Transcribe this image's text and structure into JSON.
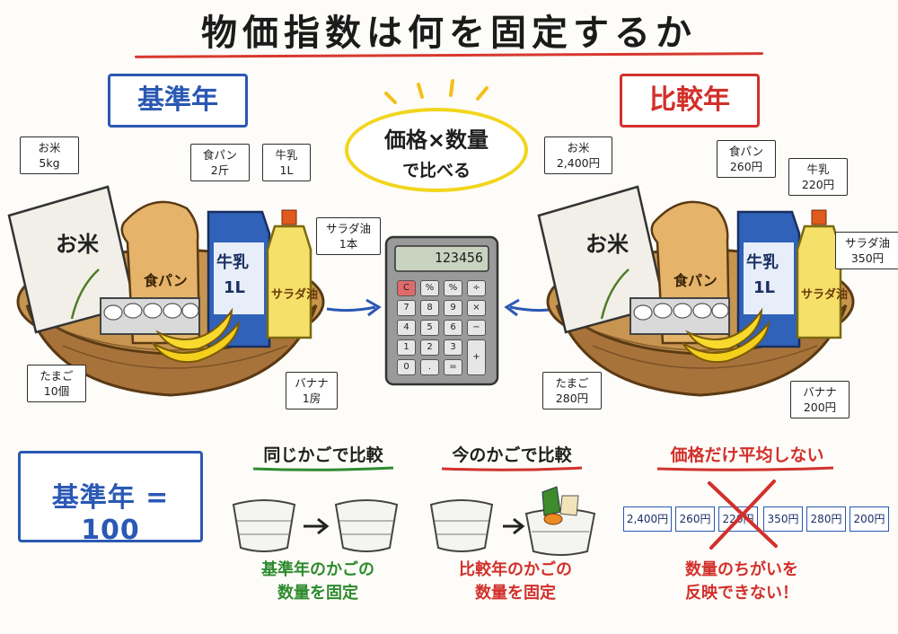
{
  "title": "物価指数は何を固定するか",
  "base_year": {
    "label": "基準年",
    "tags": {
      "rice": "お米\n5kg",
      "bread": "食パン\n2斤",
      "milk": "牛乳\n1L",
      "oil": "サラダ油\n1本",
      "eggs": "たまご\n10個",
      "banana": "バナナ\n1房"
    }
  },
  "comparison_year": {
    "label": "比較年",
    "tags": {
      "rice": "お米\n2,400円",
      "bread": "食パン\n260円",
      "milk": "牛乳\n220円",
      "oil": "サラダ油\n350円",
      "eggs": "たまご\n280円",
      "banana": "バナナ\n200円"
    }
  },
  "basket_labels": {
    "rice": "お米",
    "bread": "食パン",
    "milk": "牛乳",
    "milk_size": "1L",
    "oil": "サラダ油"
  },
  "bubble": {
    "line1": "価格×数量",
    "line2": "で比べる"
  },
  "calculator": {
    "display": "123456",
    "keys": [
      "C",
      "%",
      "%",
      "÷",
      "7",
      "8",
      "9",
      "×",
      "4",
      "5",
      "6",
      "−",
      "1",
      "2",
      "3",
      "+",
      "0",
      ".",
      "="
    ]
  },
  "index_box": "基準年 = 100",
  "section_same": {
    "heading": "同じかごで比較",
    "caption": "基準年のかごの\n数量を固定"
  },
  "section_current": {
    "heading": "今のかごで比較",
    "caption": "比較年のかごの\n数量を固定"
  },
  "section_avg": {
    "heading": "価格だけ平均しない",
    "prices": [
      "2,400円",
      "260円",
      "220円",
      "350円",
      "280円",
      "200円"
    ],
    "caption": "数量のちがいを\n反映できない！"
  },
  "colors": {
    "blue": "#2a58b4",
    "red": "#d2302b",
    "green": "#2e8b2e",
    "yellow": "#f2d51d"
  },
  "icons": {
    "arrows": "arrow-right-icon",
    "cross": "cross-icon"
  }
}
